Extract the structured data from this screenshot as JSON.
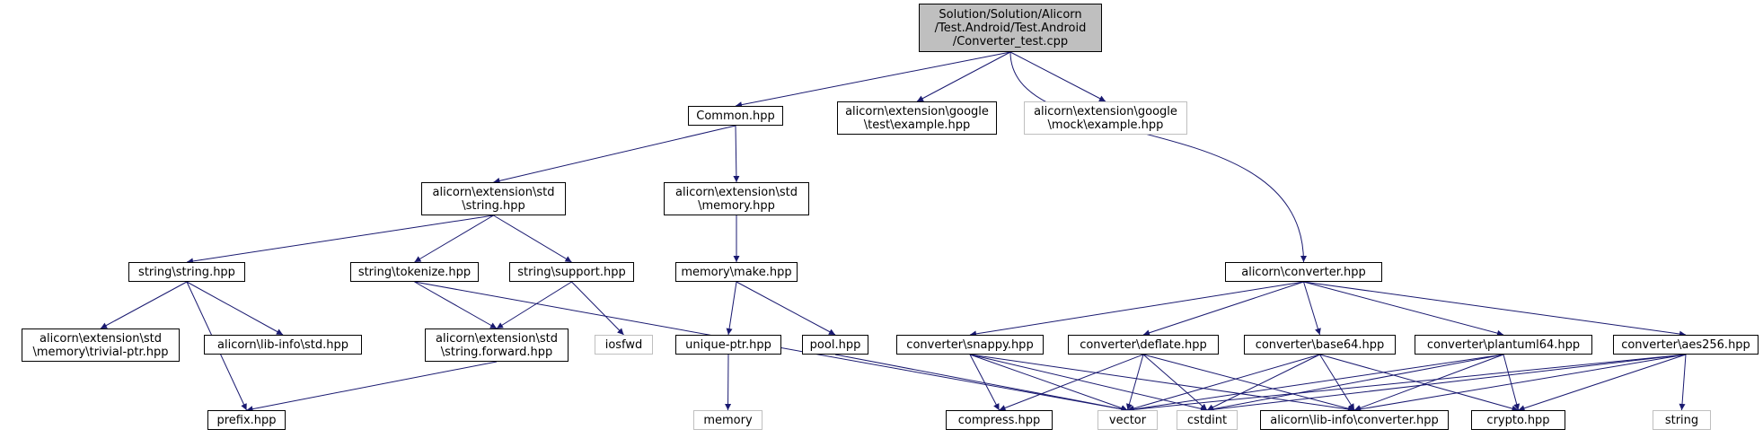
{
  "colors": {
    "edge": "#191970",
    "root_fill": "#bfbfbf",
    "node_border": "#000000",
    "system_header_border": "#bfbfbf"
  },
  "nodes": {
    "root": [
      "Solution/Solution/Alicorn",
      "/Test.Android/Test.Android",
      "/Converter_test.cpp"
    ],
    "common": [
      "Common.hpp"
    ],
    "gtest": [
      "alicorn\\extension\\google",
      "\\test\\example.hpp"
    ],
    "gmock": [
      "alicorn\\extension\\google",
      "\\mock\\example.hpp"
    ],
    "std_string": [
      "alicorn\\extension\\std",
      "\\string.hpp"
    ],
    "std_memory": [
      "alicorn\\extension\\std",
      "\\memory.hpp"
    ],
    "string_string": [
      "string\\string.hpp"
    ],
    "string_tokenize": [
      "string\\tokenize.hpp"
    ],
    "string_support": [
      "string\\support.hpp"
    ],
    "memory_make": [
      "memory\\make.hpp"
    ],
    "converter": [
      "alicorn\\converter.hpp"
    ],
    "trivial_ptr": [
      "alicorn\\extension\\std",
      "\\memory\\trivial-ptr.hpp"
    ],
    "libinfo_std": [
      "alicorn\\lib-info\\std.hpp"
    ],
    "string_forward": [
      "alicorn\\extension\\std",
      "\\string.forward.hpp"
    ],
    "iosfwd": [
      "iosfwd"
    ],
    "unique_ptr": [
      "unique-ptr.hpp"
    ],
    "pool": [
      "pool.hpp"
    ],
    "conv_snappy": [
      "converter\\snappy.hpp"
    ],
    "conv_deflate": [
      "converter\\deflate.hpp"
    ],
    "conv_base64": [
      "converter\\base64.hpp"
    ],
    "conv_plantuml": [
      "converter\\plantuml64.hpp"
    ],
    "conv_aes": [
      "converter\\aes256.hpp"
    ],
    "prefix": [
      "prefix.hpp"
    ],
    "memory": [
      "memory"
    ],
    "compress": [
      "compress.hpp"
    ],
    "vector": [
      "vector"
    ],
    "cstdint": [
      "cstdint"
    ],
    "libinfo_conv": [
      "alicorn\\lib-info\\converter.hpp"
    ],
    "crypto": [
      "crypto.hpp"
    ],
    "string": [
      "string"
    ]
  }
}
